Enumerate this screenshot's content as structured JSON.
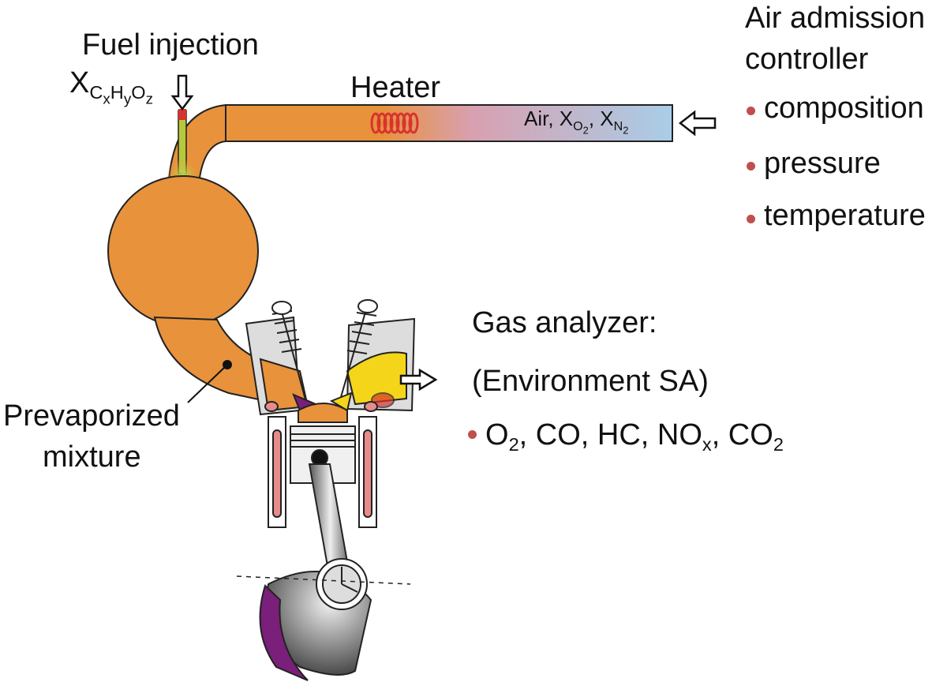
{
  "fuel": {
    "title": "Fuel injection",
    "formula": {
      "base": "X",
      "sub": [
        [
          "C",
          "x"
        ],
        [
          "H",
          "y"
        ],
        [
          "O",
          "z"
        ]
      ]
    }
  },
  "heater": {
    "label": "Heater"
  },
  "air_tube": {
    "text": "Air, X",
    "o2_sub": "O",
    "o2_subsub": "2",
    "sep": ", X",
    "n2_sub": "N",
    "n2_subsub": "2"
  },
  "air_controller": {
    "title_line1": "Air admission",
    "title_line2": "controller",
    "items": [
      "composition",
      "pressure",
      "temperature"
    ]
  },
  "gas_analyzer": {
    "title": "Gas analyzer:",
    "vendor": "(Environment SA)",
    "species": {
      "o2": "O",
      "o2_sub": "2",
      "mid": ", CO, HC, NO",
      "nox_sub": "x",
      "sep": ", CO",
      "co2_sub": "2"
    }
  },
  "mixture": {
    "line1": "Prevaporized",
    "line2": "mixture"
  },
  "colors": {
    "mixture_orange": "#e8923c",
    "air_blue": "#a9cde8",
    "heater_red": "#d9332e",
    "bullet_red": "#c0504d",
    "exhaust_yellow": "#f5d51a",
    "crank_purple": "#7a1f7a"
  }
}
